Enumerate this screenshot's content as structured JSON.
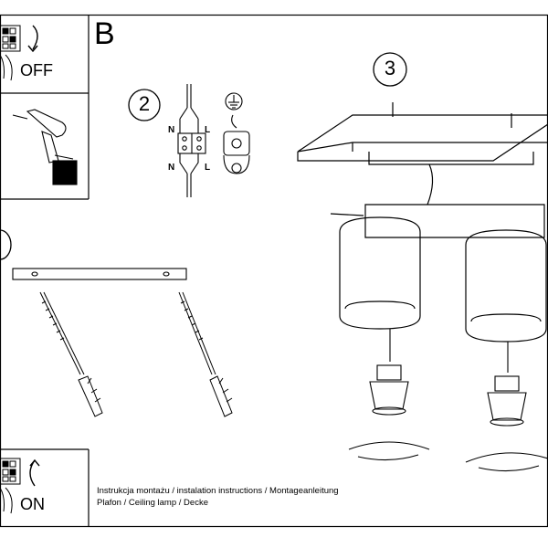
{
  "section_letter": "B",
  "switch_off_label": "OFF",
  "switch_on_label": "ON",
  "steps": [
    "2",
    "3"
  ],
  "wiring": {
    "top_left": "N",
    "top_right": "L",
    "bottom_left": "N",
    "bottom_right": "L"
  },
  "footer": {
    "line1": "Instrukcja montażu / instalation instructions / Montageanleitung",
    "line2": "Plafon / Ceiling lamp / Decke"
  },
  "icons": [
    "fuse-box-icon",
    "drill-icon",
    "ground-symbol-icon",
    "wall-plug-icon",
    "bulb-icon",
    "rotate-arrow-icon"
  ],
  "colors": {
    "line": "#000000",
    "background": "#ffffff"
  }
}
